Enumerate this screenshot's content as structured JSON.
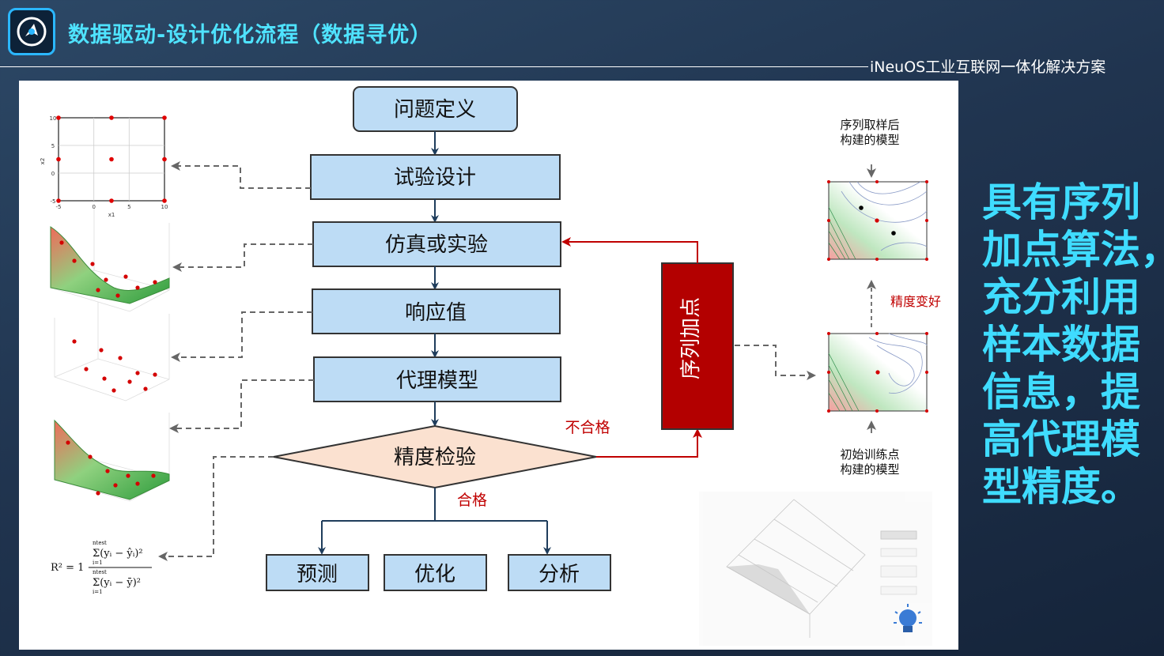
{
  "header": {
    "title": "数据驱动-设计优化流程（数据寻优）",
    "subtitle": "iNeuOS工业互联网一体化解决方案"
  },
  "flow": {
    "problem": "问题定义",
    "doe": "试验设计",
    "simulation": "仿真或实验",
    "response": "响应值",
    "surrogate": "代理模型",
    "accuracy_check": "精度检验",
    "fail_label": "不合格",
    "pass_label": "合格",
    "outputs": [
      "预测",
      "优化",
      "分析"
    ],
    "sequential": "序列加点"
  },
  "side": {
    "after_seq_line1": "序列取样后",
    "after_seq_line2": "构建的模型",
    "improve": "精度变好",
    "initial_line1": "初始训练点",
    "initial_line2": "构建的模型"
  },
  "doe_plot": {
    "x_label": "x1",
    "y_label": "x2",
    "x_ticks": [
      "-5",
      "0",
      "5",
      "10"
    ],
    "y_ticks": [
      "10",
      "5",
      "0",
      "-5"
    ],
    "points": [
      [
        -5,
        10
      ],
      [
        2.5,
        10
      ],
      [
        10,
        10
      ],
      [
        -5,
        2.5
      ],
      [
        2.5,
        2.5
      ],
      [
        10,
        2.5
      ],
      [
        -5,
        -5
      ],
      [
        2.5,
        -5
      ],
      [
        10,
        -5
      ]
    ]
  },
  "formula": {
    "lhs": "R² = 1 −",
    "numerator": "Σ(yᵢ − ŷᵢ)²",
    "denominator": "Σ(yᵢ − ȳ)²",
    "limit": "ntest",
    "index": "i=1"
  },
  "right_text": {
    "lines": [
      "具有序列",
      "加点算法，",
      "充分利用",
      "样本数据",
      "信息，提",
      "高代理模",
      "型精度。"
    ]
  },
  "colors": {
    "title": "#4fe3ff",
    "right_text": "#3fdcff",
    "box_fill": "#bddcf5",
    "diamond_fill": "#fbe1d0",
    "seq_fill": "#b30000",
    "arrow_dark": "#1f3d5c",
    "arrow_red": "#c00000"
  }
}
